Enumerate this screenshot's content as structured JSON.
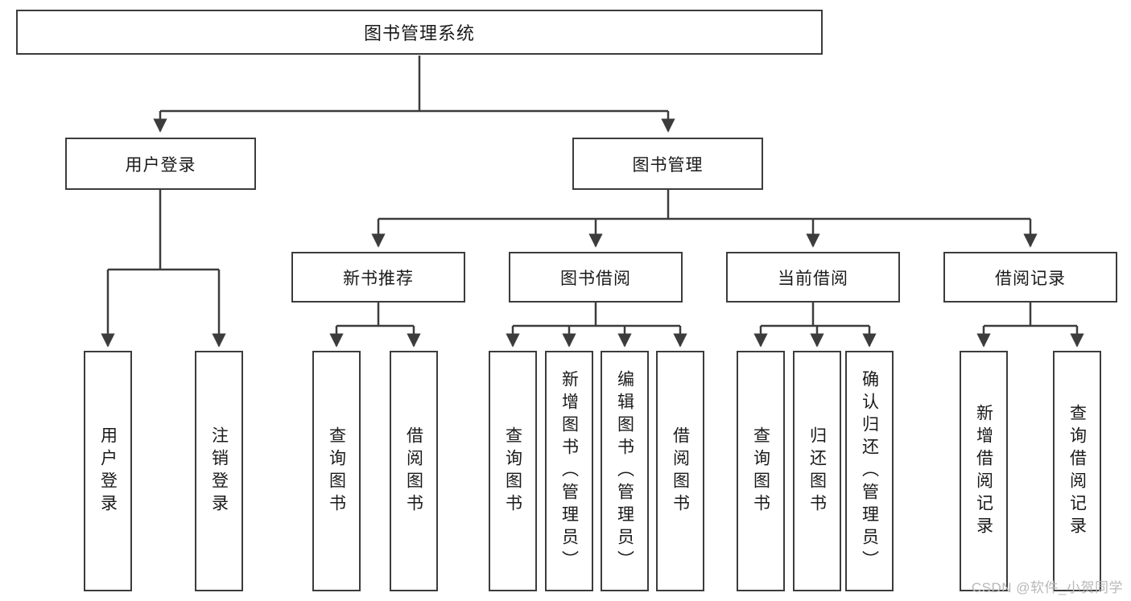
{
  "diagram": {
    "title": "图书管理系统",
    "type": "tree",
    "watermark": "CSDN @软件_小贺同学",
    "colors": {
      "stroke": "#3c3c3c",
      "box_fill": "#ffffff",
      "text": "#1a1a1a",
      "watermark": "#b8b8b8",
      "background": "#ffffff"
    },
    "nodes": {
      "root": {
        "label": "图书管理系统"
      },
      "level1": [
        {
          "id": "user-login",
          "label": "用户登录"
        },
        {
          "id": "book-management",
          "label": "图书管理"
        }
      ],
      "level2": [
        {
          "id": "new-book-recommend",
          "label": "新书推荐",
          "parent": "book-management"
        },
        {
          "id": "book-borrow",
          "label": "图书借阅",
          "parent": "book-management"
        },
        {
          "id": "current-borrow",
          "label": "当前借阅",
          "parent": "book-management"
        },
        {
          "id": "borrow-record",
          "label": "借阅记录",
          "parent": "book-management"
        }
      ],
      "leaves": {
        "user-login": [
          {
            "id": "leaf-user-login",
            "label": "用户登录"
          },
          {
            "id": "leaf-logout-login",
            "label": "注销登录"
          }
        ],
        "new-book-recommend": [
          {
            "id": "leaf-query-book-1",
            "label": "查询图书"
          },
          {
            "id": "leaf-borrow-book-1",
            "label": "借阅图书"
          }
        ],
        "book-borrow": [
          {
            "id": "leaf-query-book-2",
            "label": "查询图书"
          },
          {
            "id": "leaf-add-book",
            "label": "新增图书（管理员）"
          },
          {
            "id": "leaf-edit-book",
            "label": "编辑图书（管理员）"
          },
          {
            "id": "leaf-borrow-book-2",
            "label": "借阅图书"
          }
        ],
        "current-borrow": [
          {
            "id": "leaf-query-book-3",
            "label": "查询图书"
          },
          {
            "id": "leaf-return-book",
            "label": "归还图书"
          },
          {
            "id": "leaf-confirm-return",
            "label": "确认归还（管理员）"
          }
        ],
        "borrow-record": [
          {
            "id": "leaf-add-record",
            "label": "新增借阅记录"
          },
          {
            "id": "leaf-query-record",
            "label": "查询借阅记录"
          }
        ]
      }
    }
  }
}
